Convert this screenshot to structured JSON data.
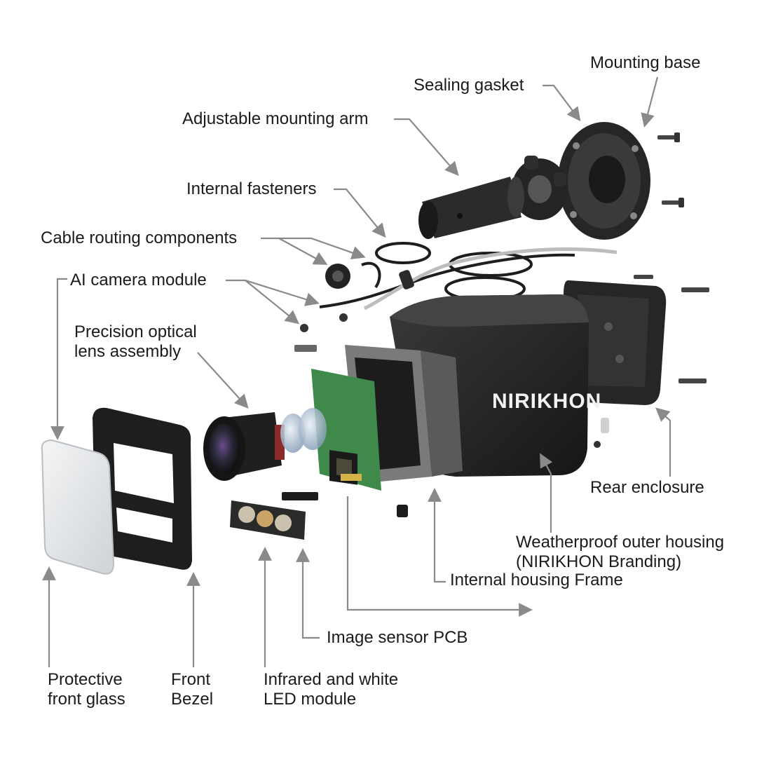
{
  "diagram": {
    "brand": "NIRIKHON",
    "labels": {
      "mounting_base": "Mounting base",
      "sealing_gasket": "Sealing gasket",
      "adjustable_mounting_arm": "Adjustable mounting arm",
      "internal_fasteners": "Internal fasteners",
      "cable_routing_components": "Cable routing components",
      "ai_camera_module": "AI camera module",
      "precision_optical_lens_assembly": [
        "Precision optical",
        "lens assembly"
      ],
      "rear_enclosure": "Rear enclosure",
      "weatherproof_outer_housing": [
        "Weatherproof outer housing",
        "(NIRIKHON Branding)"
      ],
      "internal_housing_frame": "Internal housing Frame",
      "image_sensor_pcb": "Image sensor PCB",
      "protective_front_glass": [
        "Protective",
        "front glass"
      ],
      "front_bezel": [
        "Front",
        "Bezel"
      ],
      "infrared_white_led_module": [
        "Infrared and white",
        "LED module"
      ]
    },
    "colors": {
      "background": "#ffffff",
      "leader_line": "#8a8a8a",
      "housing": "#2a2a2a",
      "metal_frame": "#9a9a9a",
      "pcb": "#3f8a4a",
      "label_text": "#1b1b1b"
    }
  }
}
